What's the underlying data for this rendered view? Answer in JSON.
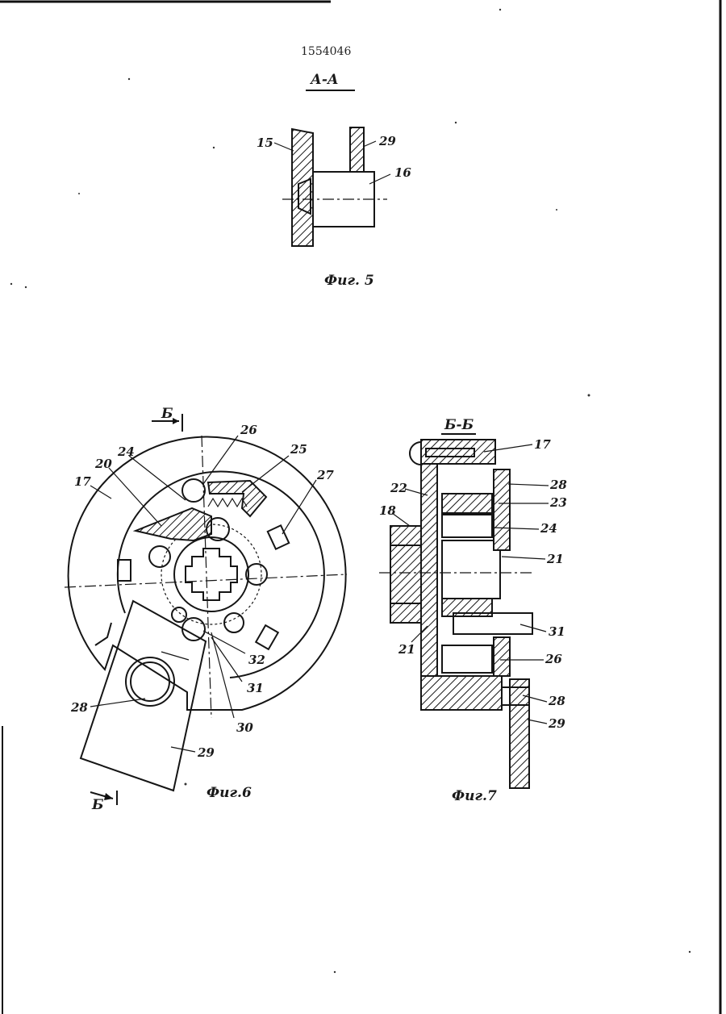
{
  "document_number": "1554046",
  "section_aa": "А-А",
  "section_bb": "Б-Б",
  "arrow_b_top": "Б",
  "arrow_b_bottom": "Б",
  "captions": {
    "fig5": "Фиг. 5",
    "fig6": "Фиг.6",
    "fig7": "Фиг.7"
  },
  "fig5_labels": [
    "15",
    "29",
    "16"
  ],
  "fig6_labels": [
    "26",
    "24",
    "25",
    "20",
    "27",
    "17",
    "32",
    "31",
    "28",
    "30",
    "29"
  ],
  "fig7_labels": [
    "17",
    "22",
    "28",
    "18",
    "23",
    "24",
    "21",
    "31",
    "21",
    "26",
    "28",
    "29"
  ]
}
